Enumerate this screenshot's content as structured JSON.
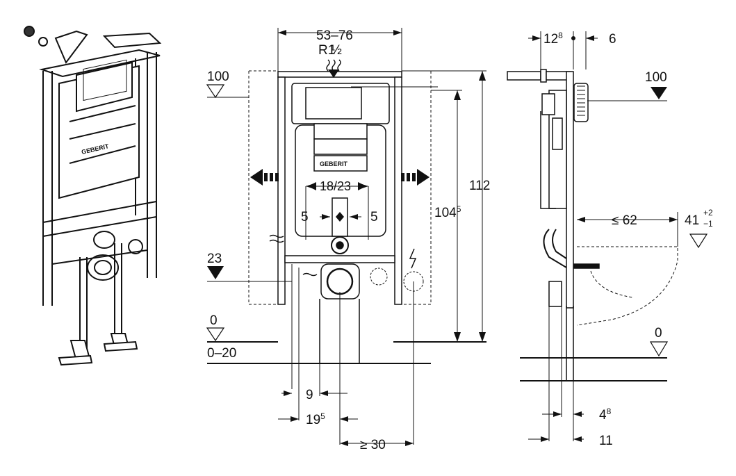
{
  "front_view": {
    "width_range": "53–76",
    "thread_base": "R1",
    "thread_frac": "½",
    "flush_plate_width": "18/23",
    "inner_left": "5",
    "inner_right": "5",
    "level_top": "100",
    "level_mid": "23",
    "level_zero": "0",
    "level_zero_range": "0–20",
    "height_total": "112",
    "height_frame_base": "104",
    "height_frame_sup": "5",
    "dim_9": "9",
    "dim_19_base": "19",
    "dim_19_sup": "5",
    "dim_30": "≥ 30",
    "brand": "GEBERIT"
  },
  "side_view": {
    "depth_top_base": "12",
    "depth_top_sup": "8",
    "depth_top_right": "6",
    "level_top": "100",
    "projection": "≤ 62",
    "height_base": "41",
    "height_tol_plus": "+2",
    "height_tol_minus": "−1",
    "level_zero": "0",
    "dim_bottom_1_base": "4",
    "dim_bottom_1_sup": "8",
    "dim_bottom_2": "11"
  },
  "iso_view": {
    "brand": "GEBERIT"
  }
}
